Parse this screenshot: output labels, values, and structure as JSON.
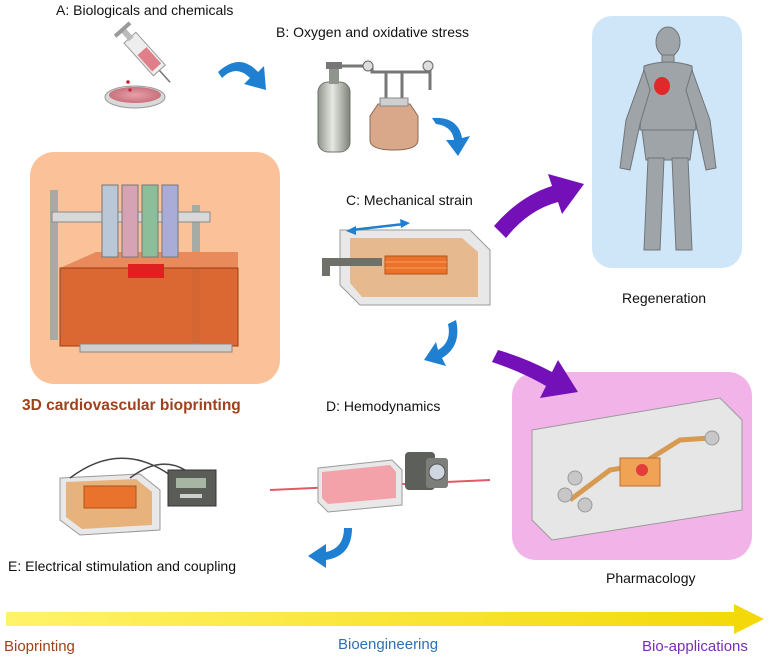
{
  "labels": {
    "a": "A: Biologicals and chemicals",
    "b": "B: Oxygen and oxidative stress",
    "c": "C: Mechanical strain",
    "d": "D: Hemodynamics",
    "e": "E: Electrical stimulation and coupling",
    "main": "3D cardiovascular bioprinting",
    "regeneration": "Regeneration",
    "pharmacology": "Pharmacology"
  },
  "axis": {
    "start": "Bioprinting",
    "middle": "Bioengineering",
    "end": "Bio-applications"
  },
  "colors": {
    "main_title": "#a0401c",
    "axis_start": "#a0401c",
    "axis_middle": "#2f6fb5",
    "axis_end": "#7a2bbd",
    "flow_arrow": "#1f7fd1",
    "app_arrow": "#7310b8",
    "timeline": "#f6e11a",
    "printing_panel": "#fbc29a",
    "regeneration_panel": "#cfe6f8",
    "pharmacology_panel": "#f2b3e9"
  }
}
